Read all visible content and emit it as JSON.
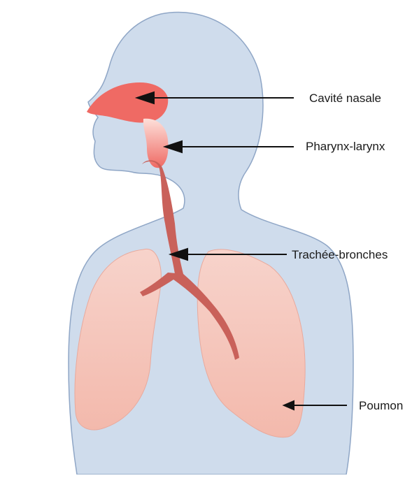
{
  "diagram": {
    "labels": {
      "nasal_cavity": "Cavité nasale",
      "pharynx_larynx": "Pharynx-larynx",
      "trachea_bronchi": "Trachée-bronches",
      "lung": "Poumon"
    },
    "colors": {
      "body_fill": "#cfdcec",
      "body_stroke": "#8fa6c6",
      "lung_fill": "#f6c7bd",
      "lung_stroke": "#e9a99c",
      "airway_fill": "#ef6a64",
      "trachea_fill": "#c9615a",
      "arrow": "#111111"
    }
  }
}
